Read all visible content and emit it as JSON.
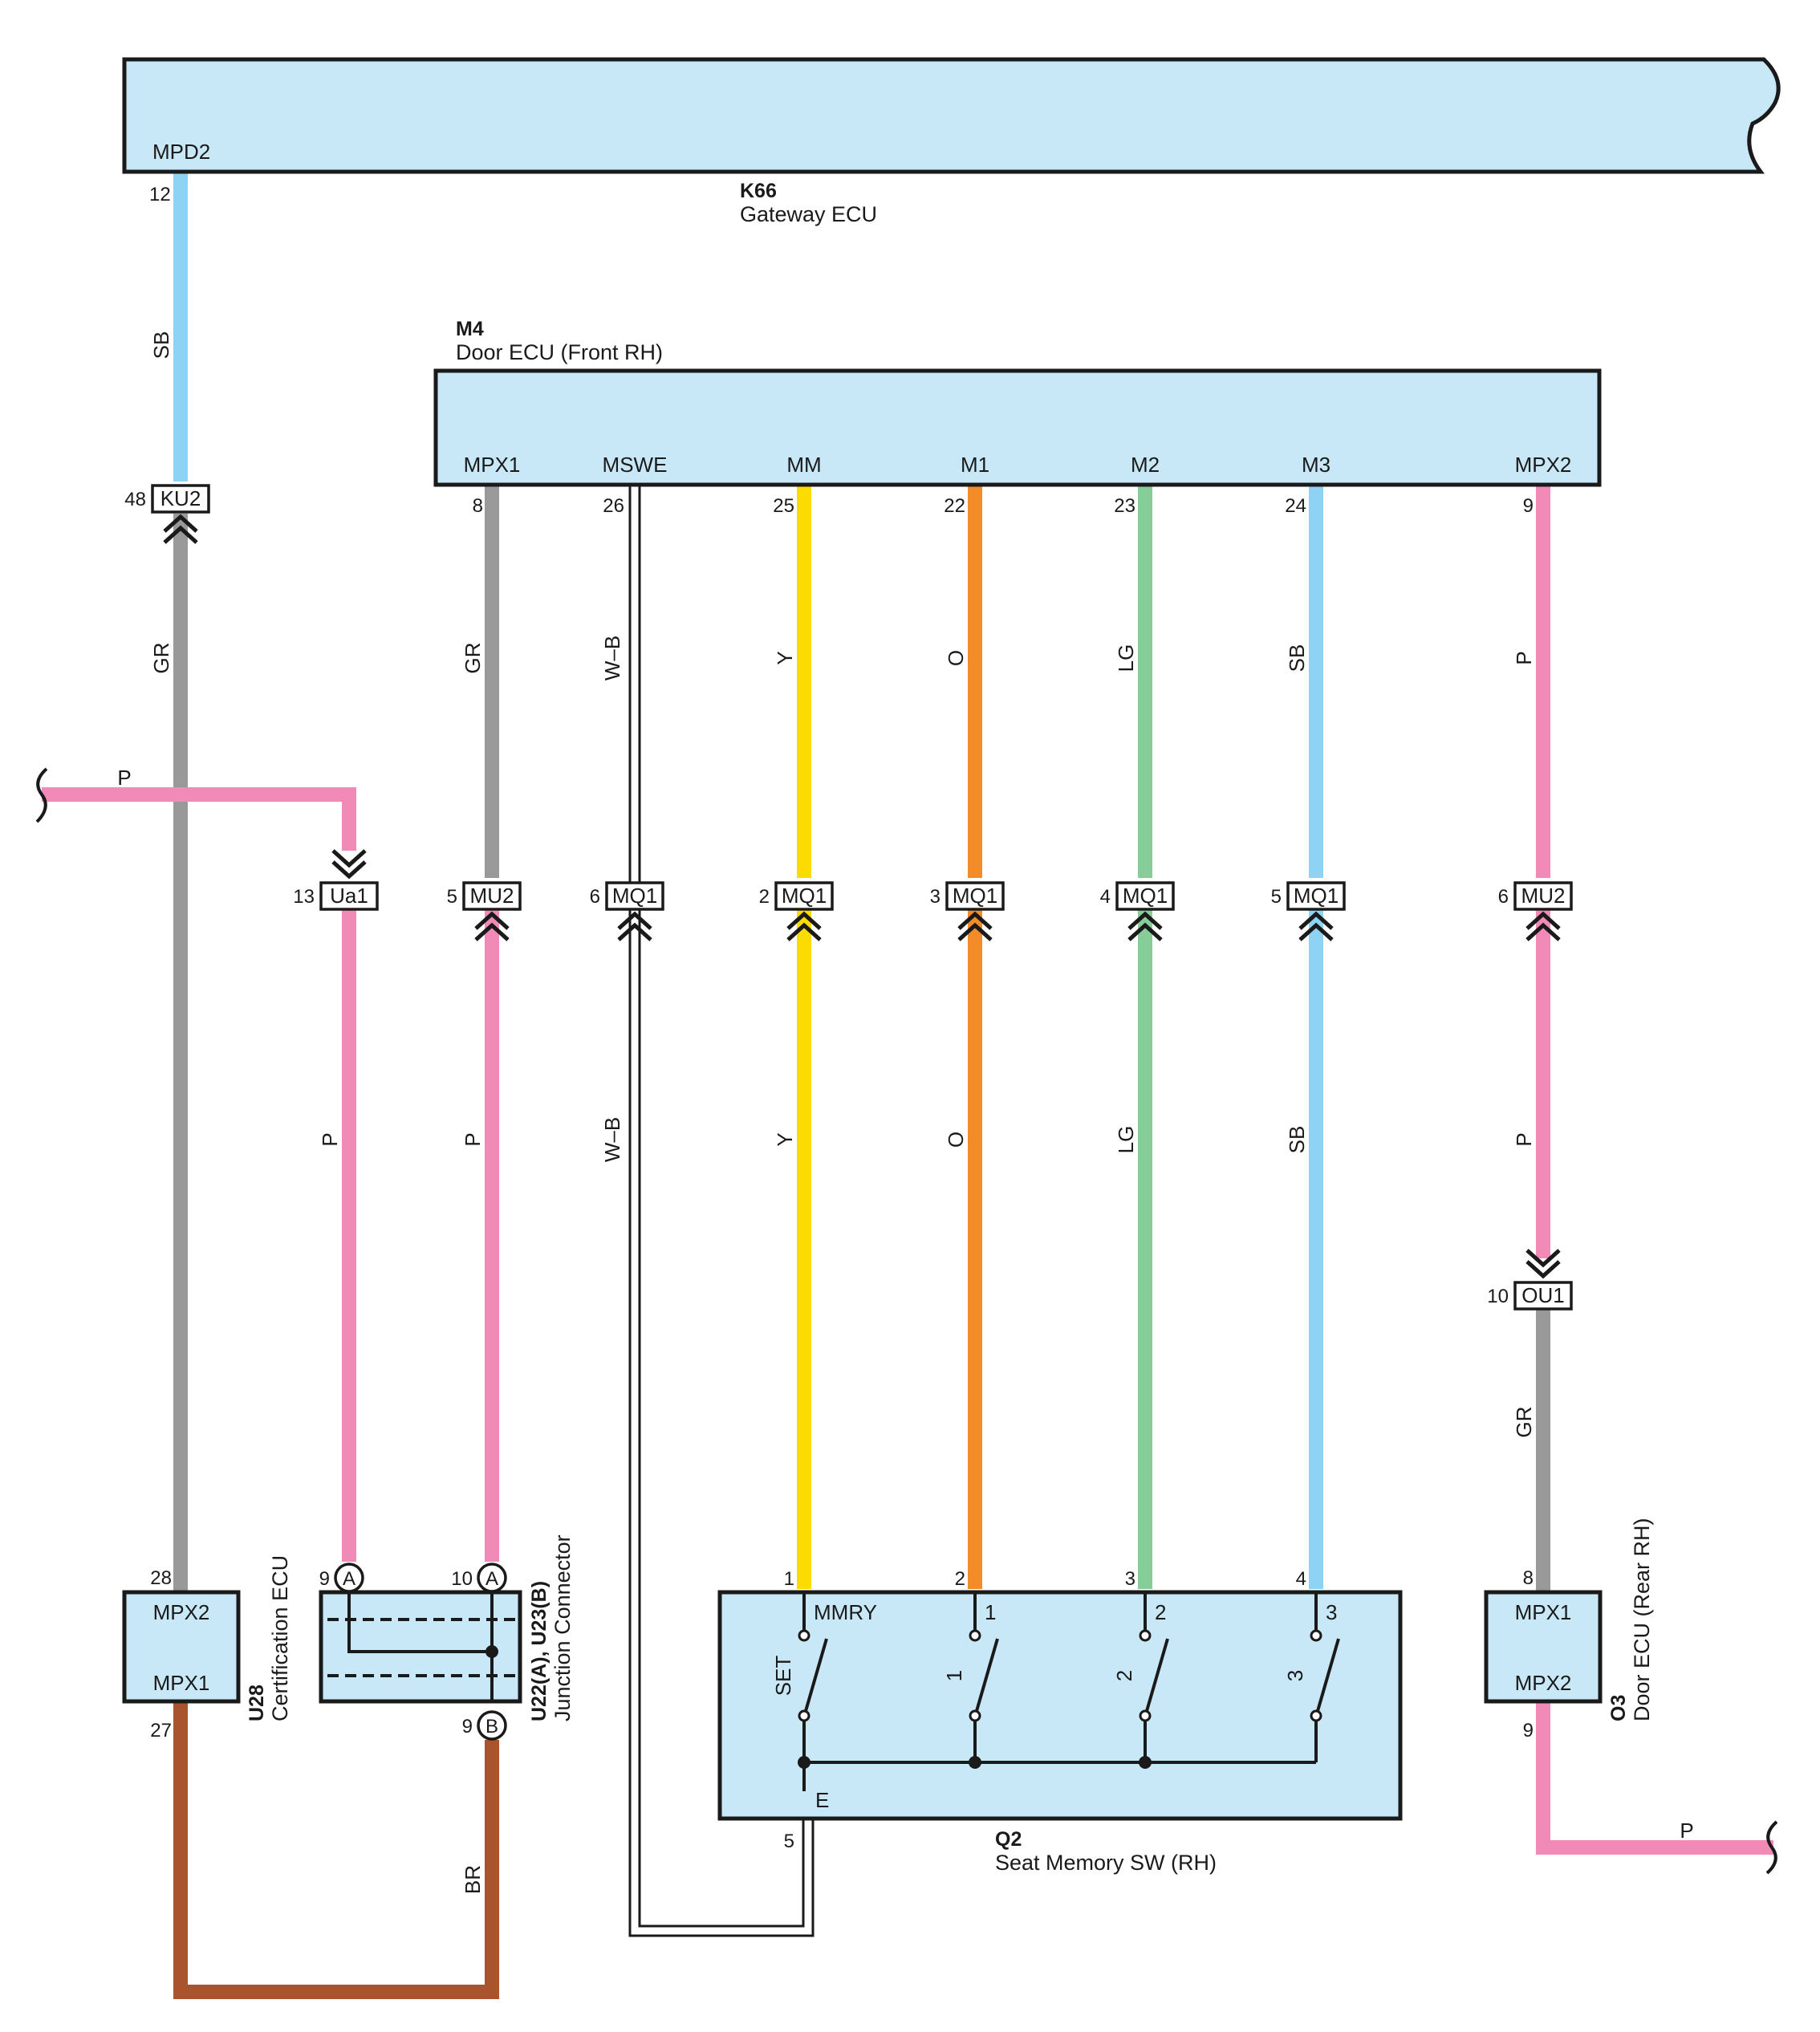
{
  "colors": {
    "component_fill": "#c8e8f8",
    "SB": "#8fd3f4",
    "GR": "#999999",
    "P": "#f28ab8",
    "Y": "#fcdc00",
    "O": "#f28c28",
    "LG": "#88cc99",
    "BR": "#a9532f",
    "W-B": "#ffffff"
  },
  "components": {
    "k66": {
      "code": "K66",
      "name": "Gateway ECU",
      "terminal": "MPD2",
      "pin": "12"
    },
    "m4": {
      "code": "M4",
      "name": "Door ECU (Front RH)",
      "terminals": [
        {
          "name": "MPX1",
          "pin": "8"
        },
        {
          "name": "MSWE",
          "pin": "26"
        },
        {
          "name": "MM",
          "pin": "25"
        },
        {
          "name": "M1",
          "pin": "22"
        },
        {
          "name": "M2",
          "pin": "23"
        },
        {
          "name": "M3",
          "pin": "24"
        },
        {
          "name": "MPX2",
          "pin": "9"
        }
      ]
    },
    "u28": {
      "code": "U28",
      "name": "Certification ECU",
      "terminals": [
        {
          "name": "MPX2",
          "pin": "28"
        },
        {
          "name": "MPX1",
          "pin": "27"
        }
      ]
    },
    "u22": {
      "code": "U22(A), U23(B)",
      "name": "Junction Connector",
      "pins": [
        {
          "pin": "9",
          "letter": "A"
        },
        {
          "pin": "10",
          "letter": "A"
        },
        {
          "pin": "9",
          "letter": "B"
        }
      ]
    },
    "q2": {
      "code": "Q2",
      "name": "Seat Memory SW (RH)",
      "pins": [
        "1",
        "2",
        "3",
        "4",
        "5"
      ],
      "switches": [
        {
          "top": "MMRY",
          "side": "SET"
        },
        {
          "top": "1",
          "side": "1"
        },
        {
          "top": "2",
          "side": "2"
        },
        {
          "top": "3",
          "side": "3"
        }
      ],
      "ground": "E"
    },
    "o3": {
      "code": "O3",
      "name": "Door ECU (Rear RH)",
      "terminals": [
        {
          "name": "MPX1",
          "pin": "8"
        },
        {
          "name": "MPX2",
          "pin": "9"
        }
      ]
    }
  },
  "connectors": [
    {
      "id": "KU2",
      "pin": "48"
    },
    {
      "id": "Ua1",
      "pin": "13"
    },
    {
      "id": "MU2",
      "pin": "5"
    },
    {
      "id": "MQ1",
      "pin": "6"
    },
    {
      "id": "MQ1",
      "pin": "2"
    },
    {
      "id": "MQ1",
      "pin": "3"
    },
    {
      "id": "MQ1",
      "pin": "4"
    },
    {
      "id": "MQ1",
      "pin": "5"
    },
    {
      "id": "MU2",
      "pin": "6"
    },
    {
      "id": "OU1",
      "pin": "10"
    }
  ],
  "wire_labels": {
    "k66_sb": "SB",
    "ku2_gr": "GR",
    "p_left": "P",
    "ua1_p": "P",
    "mpx1_upper": "GR",
    "mpx1_lower": "P",
    "mswe_upper": "W–B",
    "mswe_lower": "W–B",
    "mm_upper": "Y",
    "mm_lower": "Y",
    "m1_upper": "O",
    "m1_lower": "O",
    "m2_upper": "LG",
    "m2_lower": "LG",
    "m3_upper": "SB",
    "m3_lower": "SB",
    "mpx2_upper": "P",
    "mpx2_lower": "P",
    "ou1_gr": "GR",
    "br_bottom": "BR",
    "p_right": "P"
  }
}
